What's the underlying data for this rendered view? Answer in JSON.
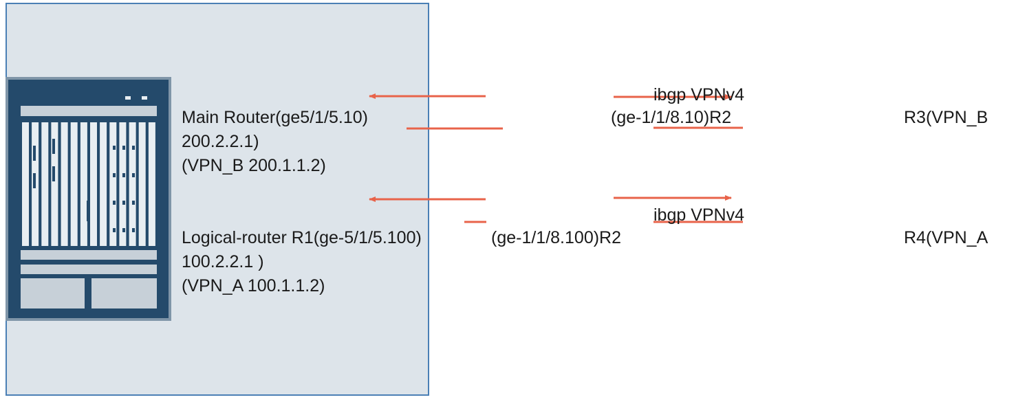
{
  "main_router": {
    "line1": "Main Router(ge5/1/5.10)",
    "line2": "200.2.2.1)",
    "line3": "(VPN_B 200.1.1.2)"
  },
  "logical_router": {
    "line1": "Logical-router R1(ge-5/1/5.100)",
    "line2": "100.2.2.1 )",
    "line3": "(VPN_A 100.1.1.2)"
  },
  "links": {
    "top_ibgp": "ibgp VPNv4",
    "top_r2": "(ge-1/1/8.10)R2",
    "bottom_ibgp": "ibgp VPNv4",
    "bottom_r2": "(ge-1/1/8.100)R2"
  },
  "peers": {
    "r3": "R3(VPN_B",
    "r4": "R4(VPN_A"
  },
  "colors": {
    "panel_bg": "#dde4ea",
    "panel_border": "#4a7fb5",
    "chassis_dark": "#244a6b",
    "chassis_frame": "#7f95a8",
    "arrow": "#e8634a"
  }
}
